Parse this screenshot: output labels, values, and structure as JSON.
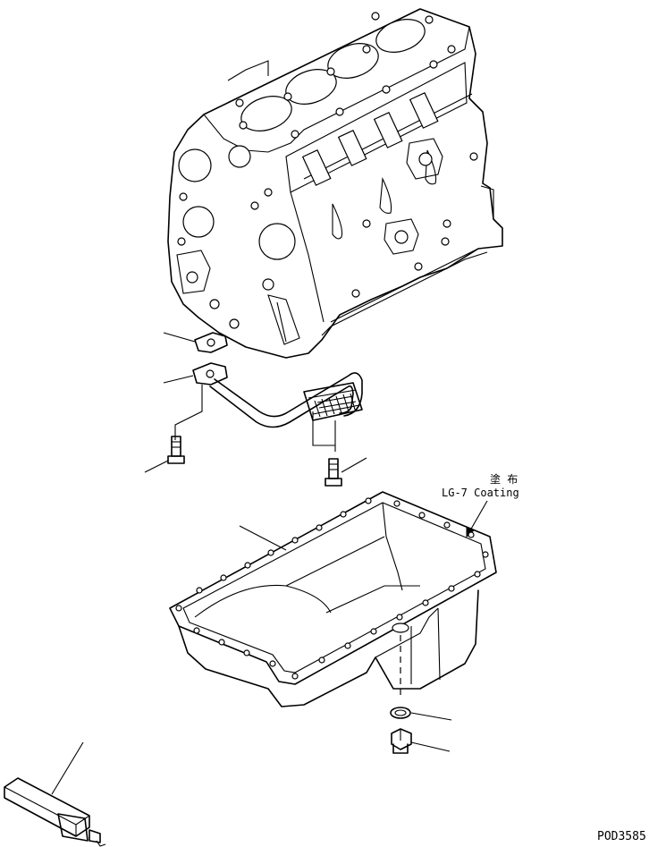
{
  "annotation": {
    "coating_jp": "塗 布",
    "coating_en": "LG-7 Coating"
  },
  "figure_id": "POD3585",
  "parts": [
    "cylinder-block",
    "gasket",
    "suction-pipe",
    "bolt",
    "bolt",
    "oil-pan",
    "o-ring",
    "drain-plug",
    "tool"
  ]
}
